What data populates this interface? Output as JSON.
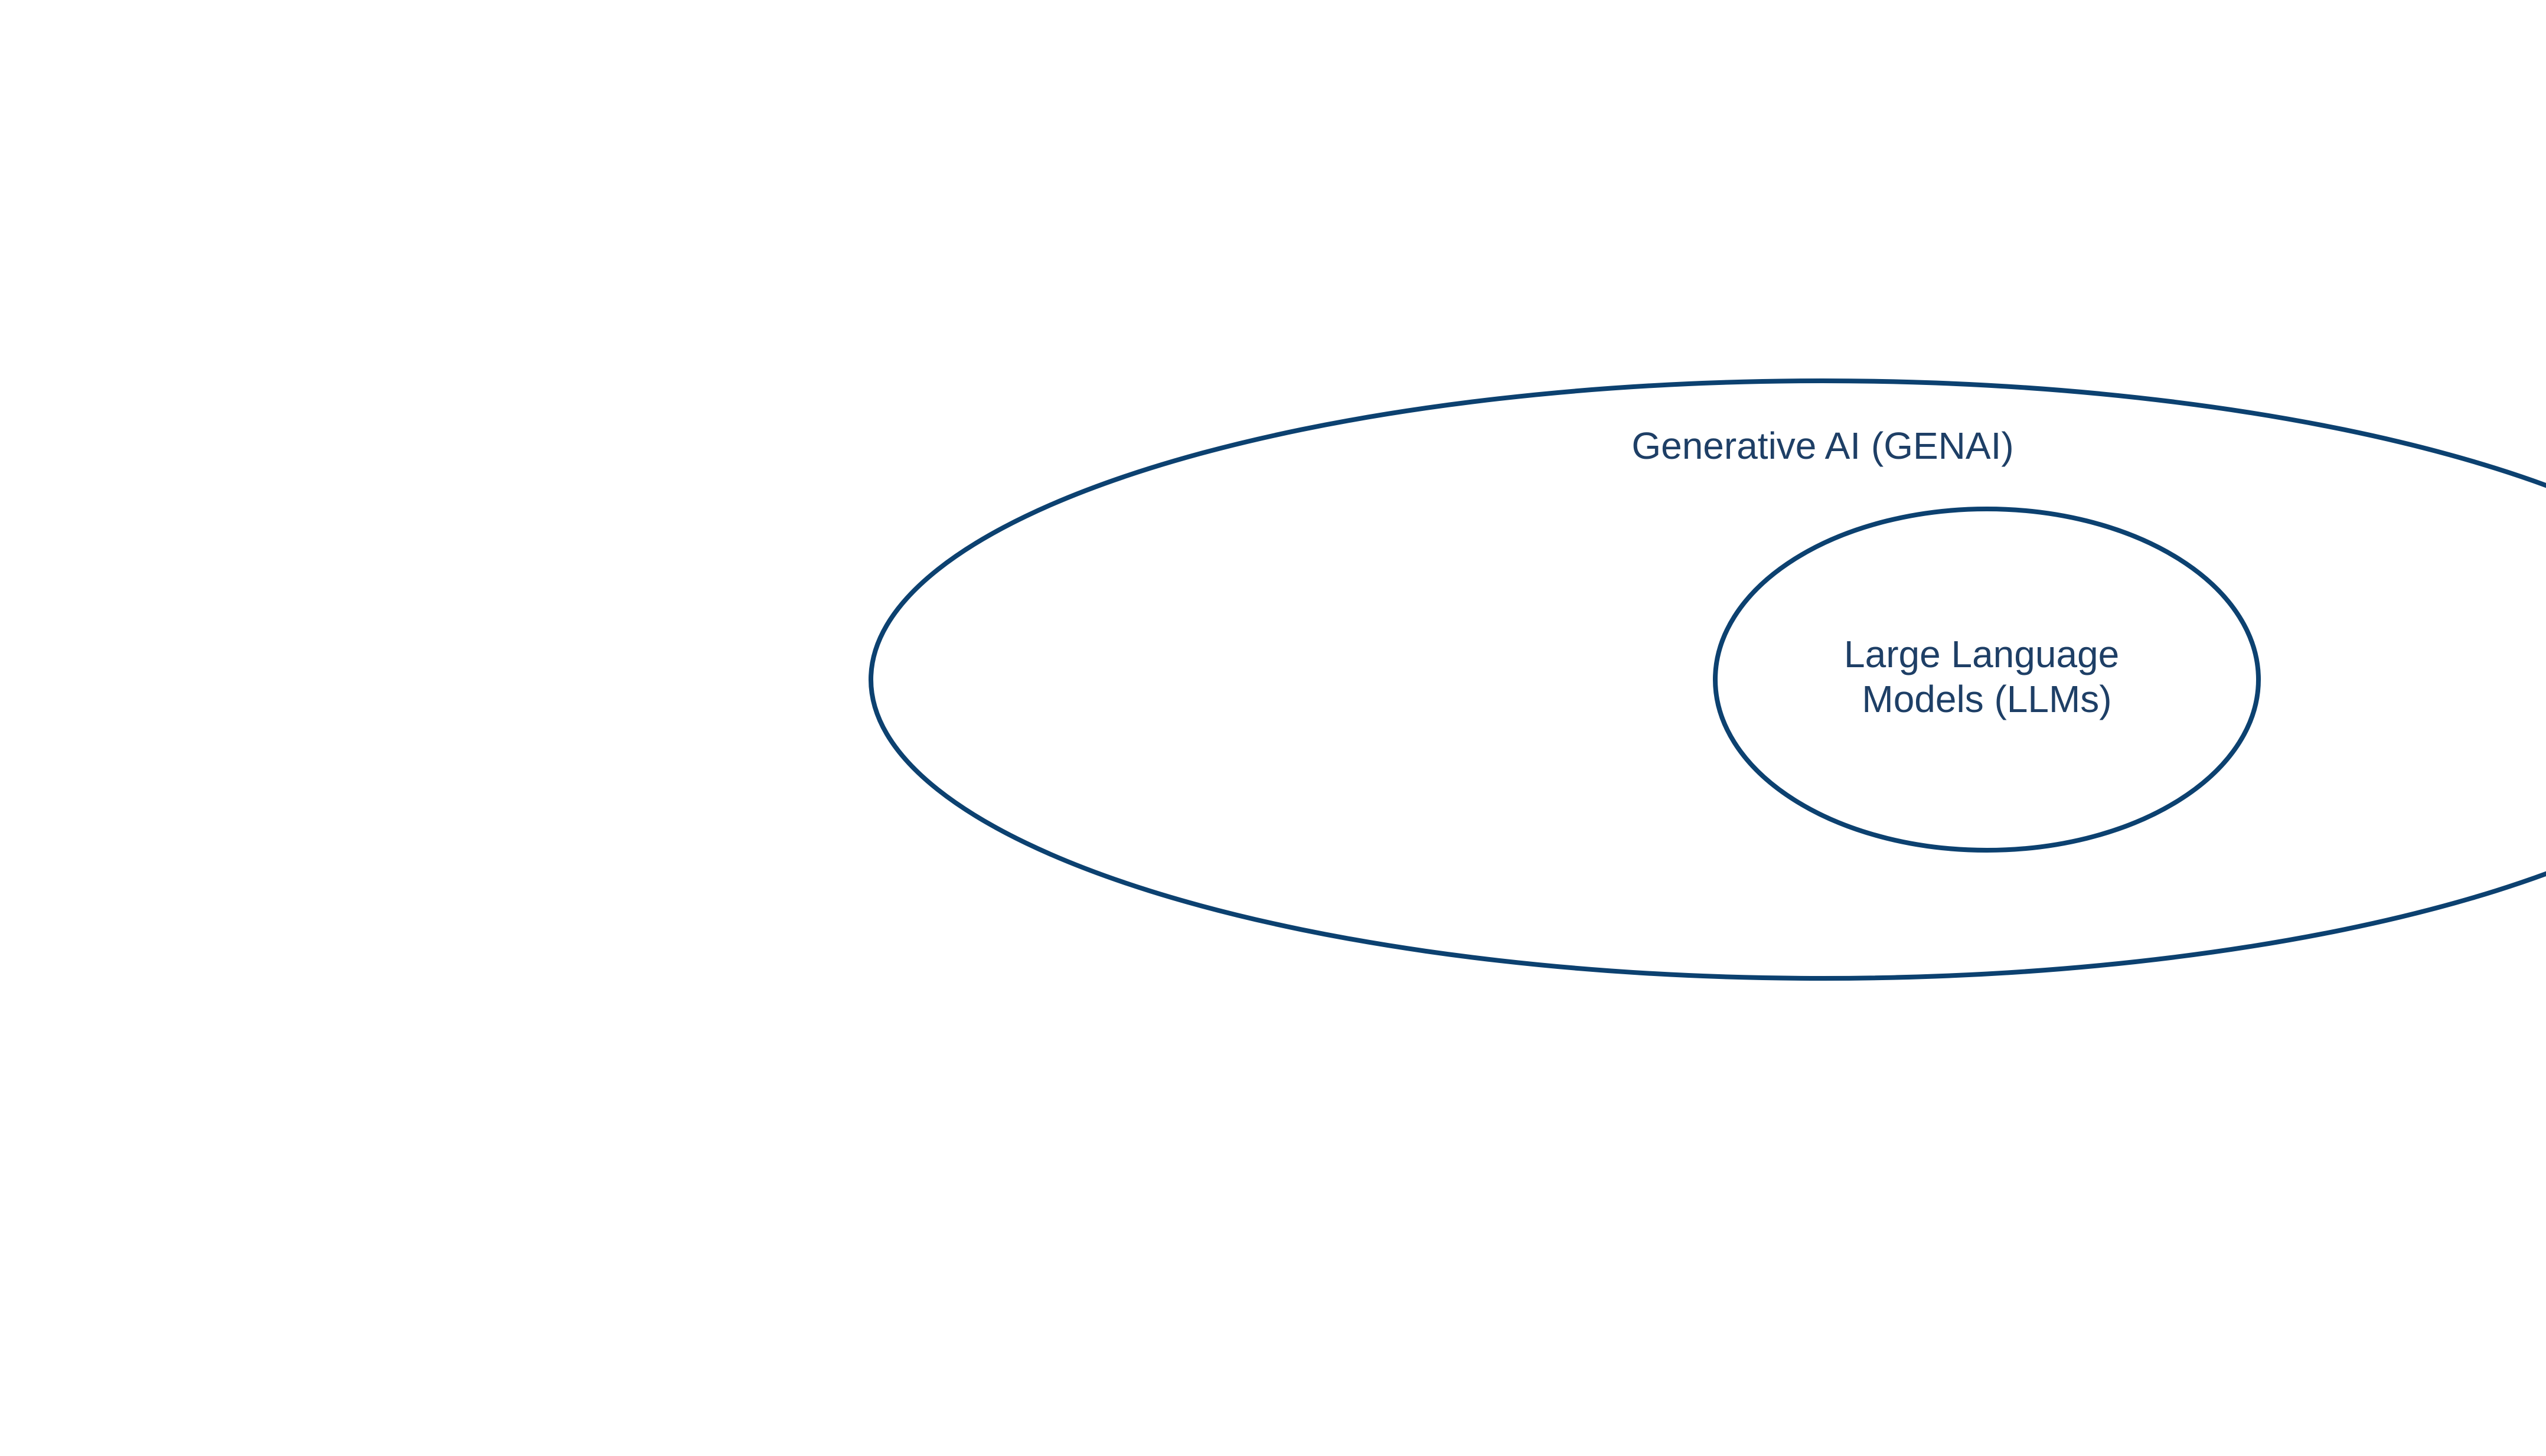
{
  "colors": {
    "stroke": "#0c4170",
    "text": "#1e3f66",
    "background": "#ffffff"
  },
  "outer_set": {
    "label": "Generative AI (GENAI)"
  },
  "inner_set": {
    "label_line1": "Large Language",
    "label_line2": "Models (LLMs)"
  }
}
